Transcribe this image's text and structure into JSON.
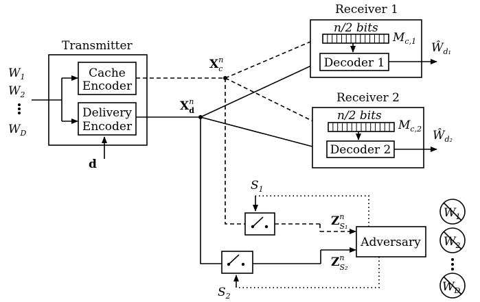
{
  "transmitter": {
    "title": "Transmitter",
    "cache_encoder": [
      "Cache",
      "Encoder"
    ],
    "delivery_encoder": [
      "Delivery",
      "Encoder"
    ],
    "inputs": [
      "W",
      "W",
      "W"
    ],
    "input_subs": [
      "1",
      "2",
      "D"
    ],
    "demand": "d"
  },
  "signals": {
    "xc": "X",
    "xc_sup": "n",
    "xc_sub": "c",
    "xd": "X",
    "xd_sup": "n",
    "xd_sub": "d"
  },
  "receiver1": {
    "title": "Receiver 1",
    "cache_label": "n/2 bits",
    "cache_name": "M",
    "cache_sub": "c,1",
    "decoder": "Decoder 1",
    "output": "Ŵ",
    "output_sub": "d₁"
  },
  "receiver2": {
    "title": "Receiver 2",
    "cache_label": "n/2 bits",
    "cache_name": "M",
    "cache_sub": "c,2",
    "decoder": "Decoder 2",
    "output": "Ŵ",
    "output_sub": "d₂"
  },
  "adversary": {
    "label": "Adversary",
    "s1": "S",
    "s1_sub": "1",
    "s2": "S",
    "s2_sub": "2",
    "z1": "Z",
    "z1_sup": "n",
    "z1_sub": "S₁",
    "z2": "Z",
    "z2_sup": "n",
    "z2_sub": "S₂",
    "blocked": [
      "W",
      "W",
      "W"
    ],
    "blocked_subs": [
      "1",
      "2",
      "D"
    ]
  }
}
